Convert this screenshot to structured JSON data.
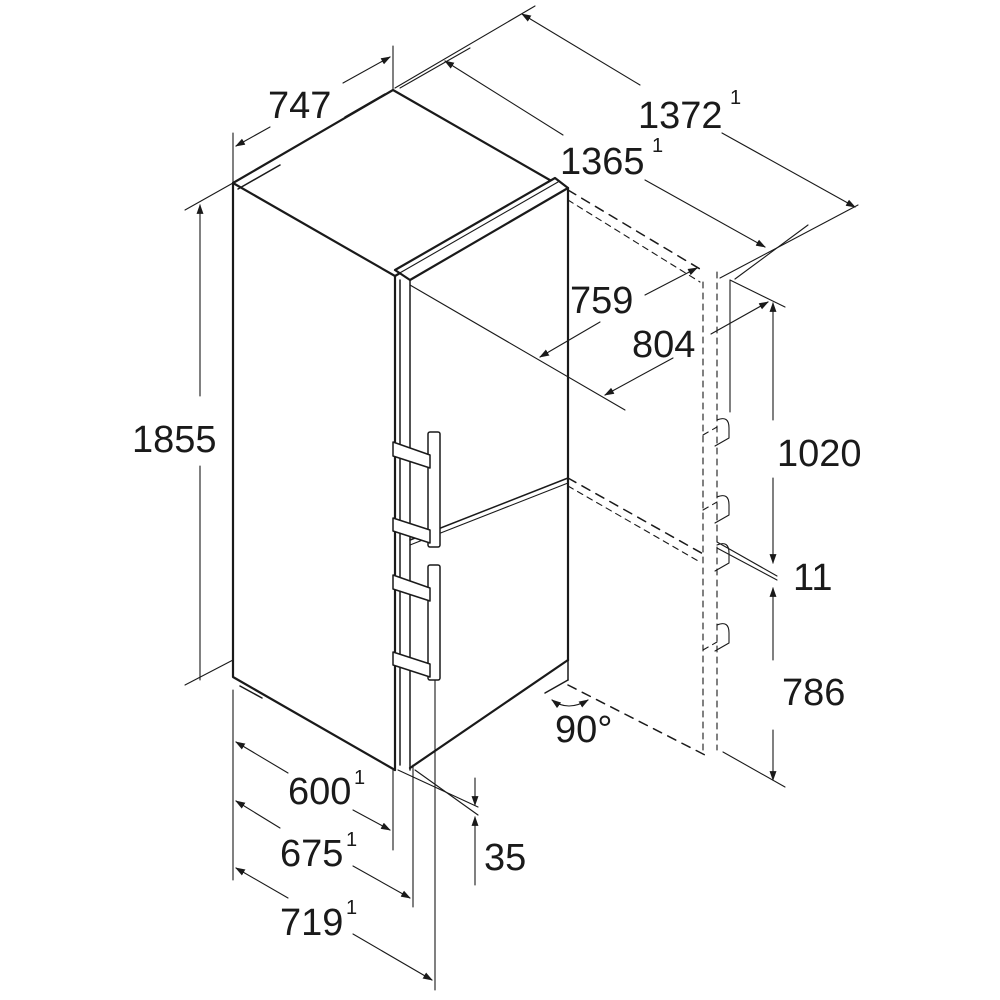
{
  "diagram": {
    "subject": "Fridge-freezer installation dimensions (isometric)",
    "units": "mm",
    "colors": {
      "line": "#1a1a1a",
      "background": "#ffffff"
    }
  },
  "dimensions": {
    "top_width": {
      "value": "747",
      "note": ""
    },
    "depth_open_total": {
      "value": "1372",
      "note": "1"
    },
    "depth_open_body": {
      "value": "1365",
      "note": "1"
    },
    "door_swing_1": {
      "value": "759",
      "note": ""
    },
    "door_swing_2": {
      "value": "804",
      "note": ""
    },
    "height_total": {
      "value": "1855",
      "note": ""
    },
    "upper_door_height": {
      "value": "1020",
      "note": ""
    },
    "door_gap": {
      "value": "11",
      "note": ""
    },
    "lower_door_height": {
      "value": "786",
      "note": ""
    },
    "door_open_angle": {
      "value": "90°",
      "note": ""
    },
    "width_body": {
      "value": "600",
      "note": "1"
    },
    "depth_with_door": {
      "value": "675",
      "note": "1"
    },
    "depth_with_handle": {
      "value": "719",
      "note": "1"
    },
    "handle_offset": {
      "value": "35",
      "note": ""
    }
  }
}
